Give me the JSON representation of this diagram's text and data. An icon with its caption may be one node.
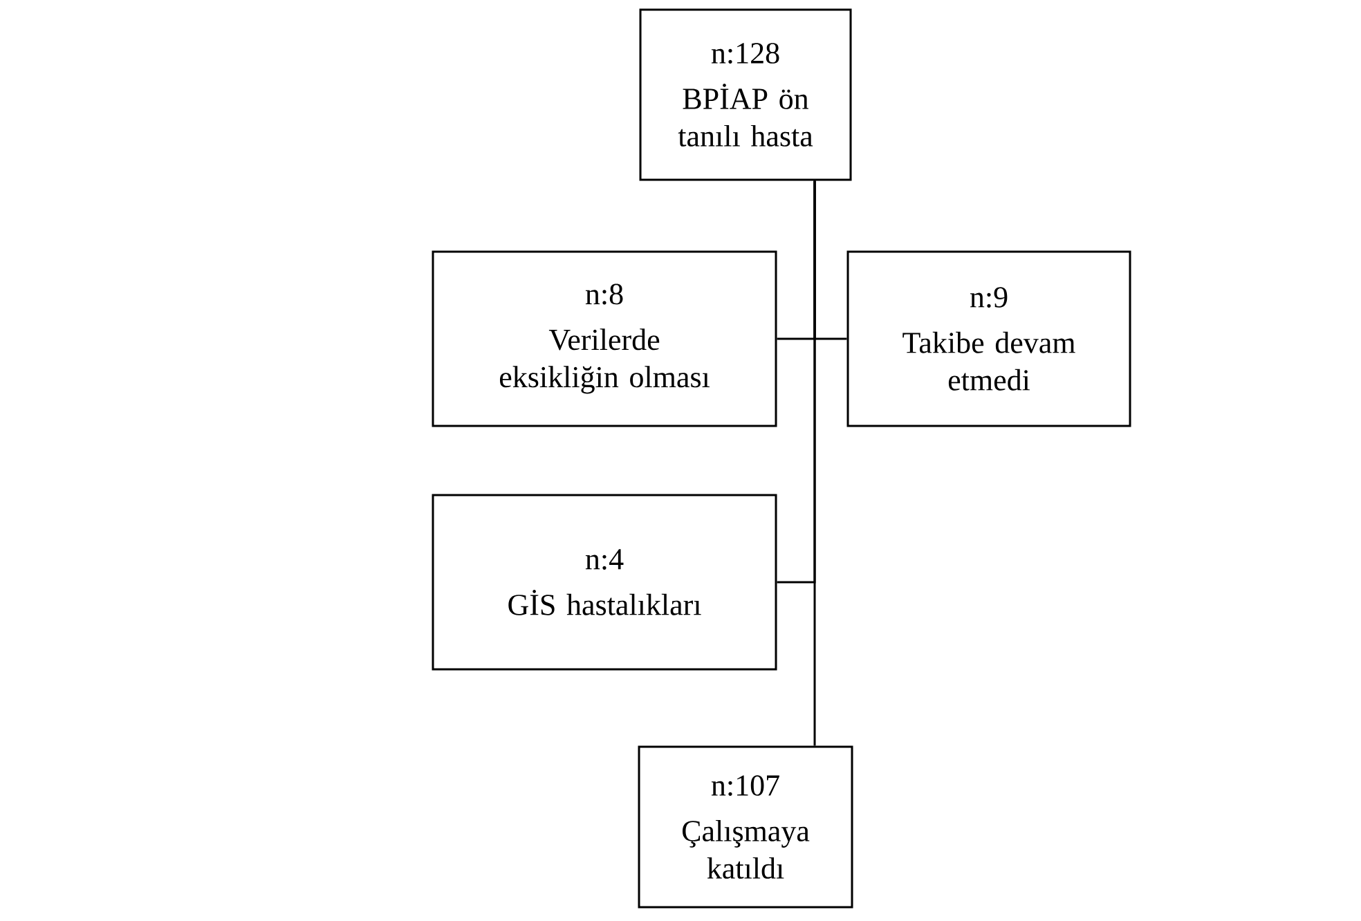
{
  "diagram": {
    "nodes": [
      {
        "text": [
          "n:128",
          "BPİAP ön tanılı hasta"
        ]
      },
      {
        "text": [
          "n:8",
          "Verilerde eksikliğin olması"
        ]
      },
      {
        "text": [
          "n:9",
          "Takibe devam etmedi"
        ]
      },
      {
        "text": [
          "n:4",
          "GİS hastalıkları"
        ]
      },
      {
        "text": [
          "n:107",
          "Çalışmaya katıldı"
        ]
      }
    ],
    "edges": [
      {
        "from": 0,
        "to": 4,
        "arrow": "none"
      },
      {
        "from": 0,
        "to": 1,
        "arrow": "none"
      },
      {
        "from": 0,
        "to": 2,
        "arrow": "none"
      },
      {
        "from": 0,
        "to": 3,
        "arrow": "none"
      }
    ]
  }
}
